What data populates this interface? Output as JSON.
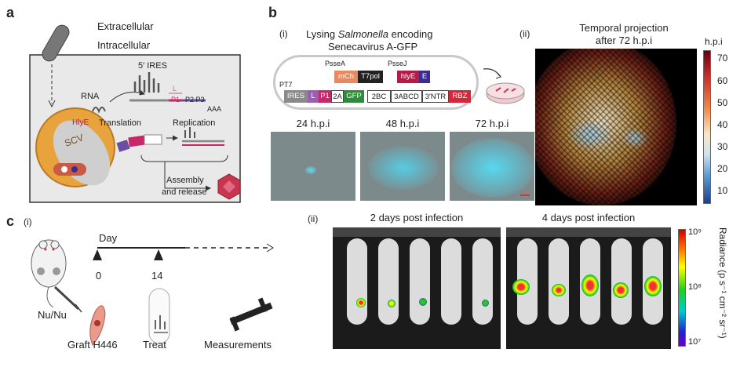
{
  "panels": {
    "a": "a",
    "b": "b",
    "c": "c"
  },
  "panel_a": {
    "extracellular": "Extracellular",
    "intracellular": "Intracellular",
    "ires": "5′ IRES",
    "rna": "RNA",
    "l": "L",
    "p1": "P1",
    "p2p3": "P2 P3",
    "aaa": "AAA",
    "hlye": "HlyE",
    "translation": "Translation",
    "replication": "Replication",
    "scv": "SCV",
    "assembly": "Assembly",
    "release": "and release"
  },
  "panel_b": {
    "i_label": "(i)",
    "title_pre": "Lysing ",
    "title_italic": "Salmonella",
    "title_post": " encoding",
    "title_line2": "Senecavirus A-GFP",
    "promoters": {
      "pssea": "PsseA",
      "ptt7": "PT7",
      "pssej": "PsseJ"
    },
    "construct": {
      "mch": "mCh",
      "t7pol": "T7pol",
      "hlye": "hlyE",
      "e": "E",
      "ires": "IRES",
      "l": "L",
      "p1": "P1",
      "a2": "2A",
      "gfp": "GFP",
      "bc": "2BC",
      "abcd": "3ABCD",
      "ntr": "3′NTR",
      "rbz": "RBZ"
    },
    "timepoints": [
      "24 h.p.i",
      "48 h.p.i",
      "72 h.p.i"
    ],
    "ii_label": "(ii)",
    "projection_line1": "Temporal projection",
    "projection_line2": "after 72 h.p.i",
    "colorbar_title": "h.p.i",
    "colorbar_ticks": [
      "70",
      "60",
      "50",
      "40",
      "30",
      "20",
      "10"
    ]
  },
  "panel_c": {
    "i_label": "(i)",
    "day": "Day",
    "day0": "0",
    "day14": "14",
    "mouse": "Nu/Nu",
    "graft": "Graft H446",
    "treat": "Treat",
    "measurements": "Measurements",
    "ii_label": "(ii)",
    "day2": "2 days post infection",
    "day4": "4 days post infection",
    "radiance_label": "Radiance (p s⁻¹ cm⁻² sr⁻¹)",
    "radiance_ticks": [
      "10⁹",
      "10⁸",
      "10⁷"
    ]
  },
  "colors": {
    "mch": "#e58a63",
    "t7pol": "#222222",
    "hlye": "#b01e48",
    "e": "#3b2d8f",
    "ires": "#8a8a8a",
    "l": "#9a5fb0",
    "p1": "#c8286a",
    "gfp": "#2f8a3a",
    "rbz": "#d9253a",
    "scv": "#e8a33d",
    "virion": "#c9344f"
  }
}
